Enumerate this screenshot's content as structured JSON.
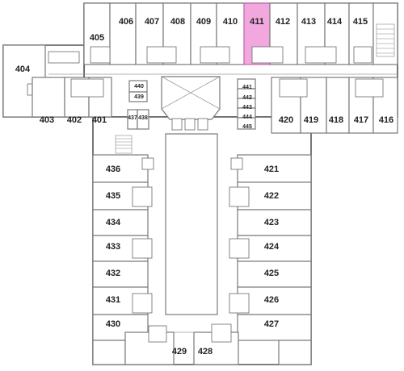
{
  "colors": {
    "highlight": "#f2a7de",
    "wall": "#7a7a7a",
    "label": "#222222"
  },
  "highlighted_room": "411",
  "rooms": {
    "r401": "401",
    "r402": "402",
    "r403": "403",
    "r404": "404",
    "r405": "405",
    "r406": "406",
    "r407": "407",
    "r408": "408",
    "r409": "409",
    "r410": "410",
    "r411": "411",
    "r412": "412",
    "r413": "413",
    "r414": "414",
    "r415": "415",
    "r416": "416",
    "r417": "417",
    "r418": "418",
    "r419": "419",
    "r420": "420",
    "r421": "421",
    "r422": "422",
    "r423": "423",
    "r424": "424",
    "r425": "425",
    "r426": "426",
    "r427": "427",
    "r428": "428",
    "r429": "429",
    "r430": "430",
    "r431": "431",
    "r432": "432",
    "r433": "433",
    "r434": "434",
    "r435": "435",
    "r436": "436",
    "r437": "437",
    "r438": "438",
    "r439": "439",
    "r440": "440",
    "r441": "441",
    "r442": "442",
    "r443": "443",
    "r444": "444",
    "r445": "445"
  }
}
